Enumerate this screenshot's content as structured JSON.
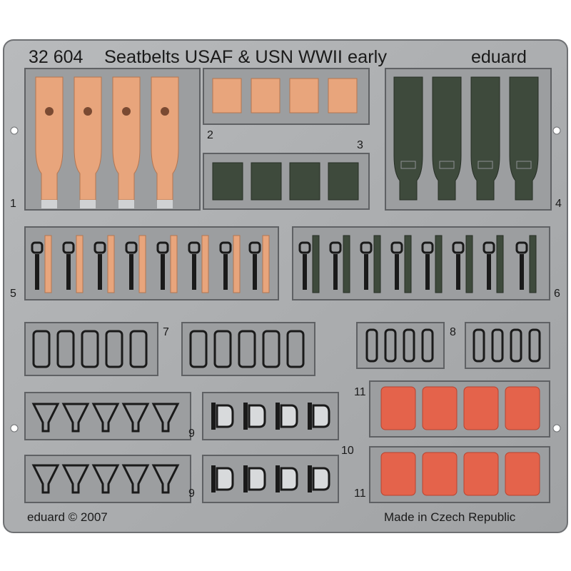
{
  "header": {
    "catalog_number": "32 604",
    "title": "Seatbelts USAF & USN WWII early",
    "brand": "eduard"
  },
  "footer": {
    "copyright": "eduard © 2007",
    "origin": "Made in Czech Republic"
  },
  "part_numbers": {
    "p1": "1",
    "p2": "2",
    "p3": "3",
    "p4": "4",
    "p5": "5",
    "p6": "6",
    "p7": "7",
    "p8": "8",
    "p9a": "9",
    "p9b": "9",
    "p10": "10",
    "p11a": "11",
    "p11b": "11"
  },
  "colors": {
    "fret": "#a9abad",
    "frame_dark": "#6e7073",
    "tan": "#e8a57c",
    "olive": "#3e4a3c",
    "red": "#e4634b",
    "metal": "#8e9093",
    "ink": "#1a1a1a"
  }
}
